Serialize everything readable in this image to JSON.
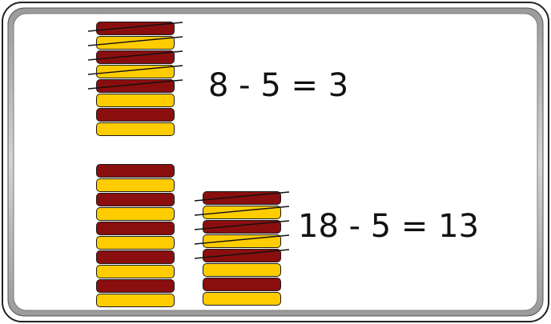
{
  "colors": {
    "dark_disk": "#8b0e0e",
    "light_disk": "#ffcc00",
    "outline": "#1a1a1a",
    "board_fill": "#ffffff",
    "board_shadow": "#b8b8b8"
  },
  "problems": [
    {
      "equation": "8 - 5 = 3",
      "stacks": [
        {
          "disks": [
            "dark",
            "light",
            "dark",
            "light",
            "dark",
            "light",
            "dark",
            "light"
          ],
          "crossed_out": 5
        }
      ]
    },
    {
      "equation": "18 - 5 = 13",
      "stacks": [
        {
          "disks": [
            "dark",
            "light",
            "dark",
            "light",
            "dark",
            "light",
            "dark",
            "light",
            "dark",
            "light"
          ],
          "crossed_out": 0
        },
        {
          "disks": [
            "dark",
            "light",
            "dark",
            "light",
            "dark",
            "light",
            "dark",
            "light"
          ],
          "crossed_out": 5
        }
      ]
    }
  ]
}
